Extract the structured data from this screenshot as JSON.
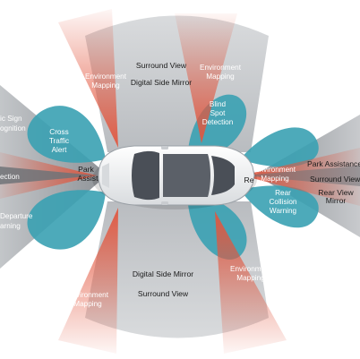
{
  "labels": {
    "surround_view_top": "Surround View",
    "digital_side_mirror_top": "Digital Side Mirror",
    "environment_mapping_top_left_1": "Environment",
    "environment_mapping_top_left_2": "Mapping",
    "environment_mapping_top_right_1": "Environment",
    "environment_mapping_top_right_2": "Mapping",
    "blind_spot_1": "Blind",
    "blind_spot_2": "Spot",
    "blind_spot_3": "Detection",
    "traffic_sign_1": "ic Sign",
    "traffic_sign_2": "ognition",
    "cross_traffic_1": "Cross",
    "cross_traffic_2": "Traffic",
    "cross_traffic_3": "Alert",
    "park_assist_1": "Park",
    "park_assist_2": "Assist",
    "detection_left": "ection",
    "lane_departure_1": "Departure",
    "lane_departure_2": "arning",
    "environment_mapping_right_1": "Environment",
    "environment_mapping_right_2": "Mapping",
    "park_assistance": "Park Assistance",
    "surround_view_right": "Surround View",
    "rear_view_mirror_1": "Rear View",
    "rear_view_mirror_2": "Mirror",
    "rear_collision_1": "Rear",
    "rear_collision_2": "Collision",
    "rear_collision_3": "Warning",
    "rear_fragment": "Re",
    "digital_side_mirror_bottom": "Digital Side Mirror",
    "surround_view_bottom": "Surround View",
    "environment_mapping_bottom_left_1": "Environment",
    "environment_mapping_bottom_left_2": "Mapping",
    "environment_mapping_bottom_right_1": "Environment",
    "environment_mapping_bottom_right_2": "Mapping"
  },
  "colors": {
    "sensor_red": "#e2563e",
    "radar_teal": "#3aa1b3",
    "coverage_gray": "#c7cacd",
    "dark_gray": "#8d9196",
    "car_body": "#f2f3f4",
    "glass": "#4a4f57"
  },
  "icons": {
    "car": "car-top-view-icon"
  }
}
